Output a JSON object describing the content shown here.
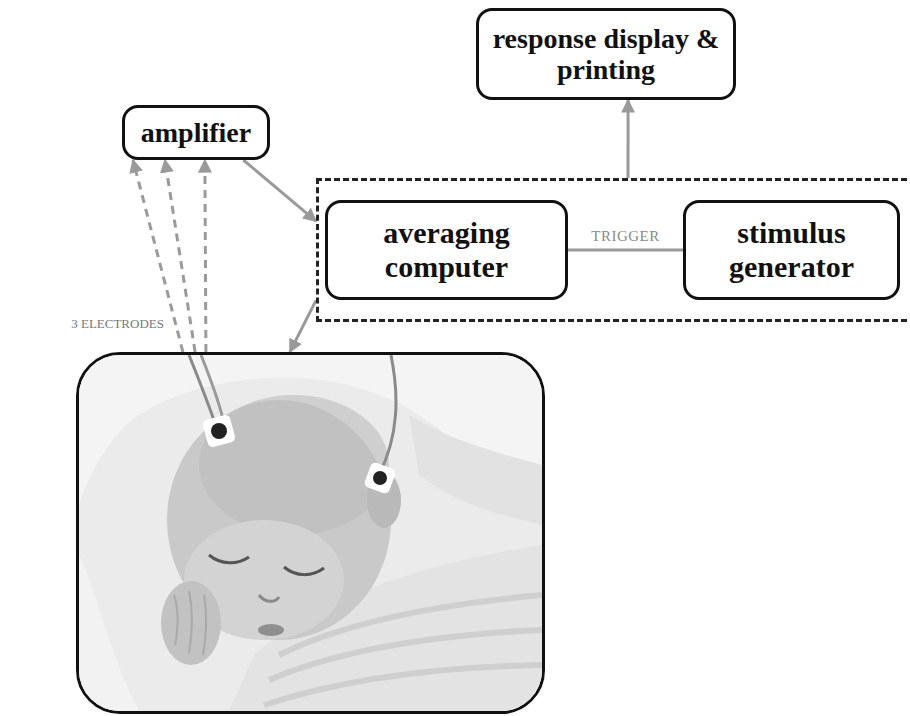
{
  "diagram": {
    "nodes": [
      {
        "text": [
          "response display & printing"
        ]
      },
      {
        "text": [
          "amplifier"
        ]
      },
      {
        "text": []
      },
      {
        "text": [
          "averaging computer"
        ],
        "in": 2
      },
      {
        "text": [
          "stimulus generator"
        ],
        "in": 2
      },
      {
        "text": []
      }
    ],
    "edges": [
      {
        "from": 1,
        "to": 2,
        "arrow": "to"
      },
      {
        "from": 2,
        "to": 0,
        "arrow": "to"
      },
      {
        "from": 2,
        "to": 5,
        "arrow": "to"
      },
      {
        "from": 5,
        "to": 1,
        "arrow": "to"
      },
      {
        "from": 5,
        "to": 1,
        "arrow": "to"
      },
      {
        "from": 5,
        "to": 1,
        "arrow": "to"
      },
      {
        "from": 3,
        "to": 4,
        "label": "TRIGGER",
        "arrow": "none"
      }
    ],
    "labels": [
      "3 ELECTRODES"
    ]
  }
}
